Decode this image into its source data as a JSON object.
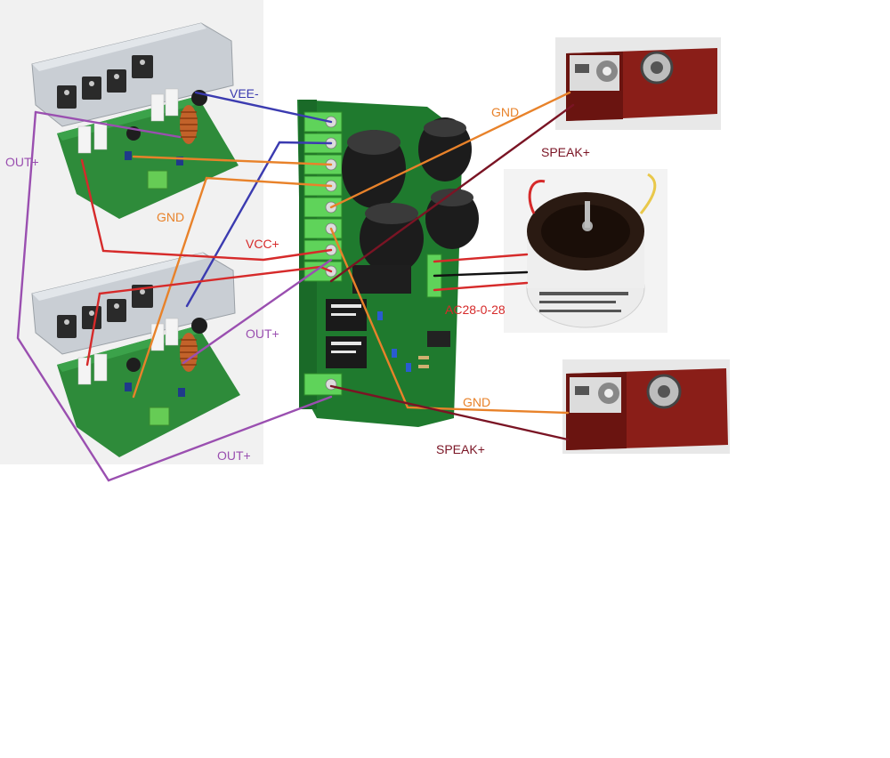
{
  "labels": {
    "vee_minus": "VEE-",
    "gnd_top_right": "GND",
    "out_plus_left": "OUT+",
    "gnd_left": "GND",
    "vcc_plus": "VCC+",
    "speak_plus_top": "SPEAK+",
    "ac_input": "AC28-0-28",
    "out_plus_mid": "OUT+",
    "gnd_bottom": "GND",
    "speak_plus_bottom": "SPEAK+",
    "out_plus_bottom": "OUT+"
  },
  "colors": {
    "vee": "#3b3bb0",
    "gnd": "#e8822a",
    "vcc": "#d62a2a",
    "out": "#9a4fb0",
    "speak": "#7a1424",
    "ac_black": "#111111",
    "pcb_green": "#2e8b3a",
    "terminal_green": "#5fd35a",
    "heatsink": "#cfd4da",
    "speaker_wood": "#8a1e18"
  },
  "components": {
    "amp_board_top": "amplifier-board",
    "amp_board_bottom": "amplifier-board",
    "psu_board": "power-supply-protection-board",
    "transformer": "toroidal-transformer",
    "speaker_top": "speaker-cabinet",
    "speaker_bottom": "speaker-cabinet"
  }
}
